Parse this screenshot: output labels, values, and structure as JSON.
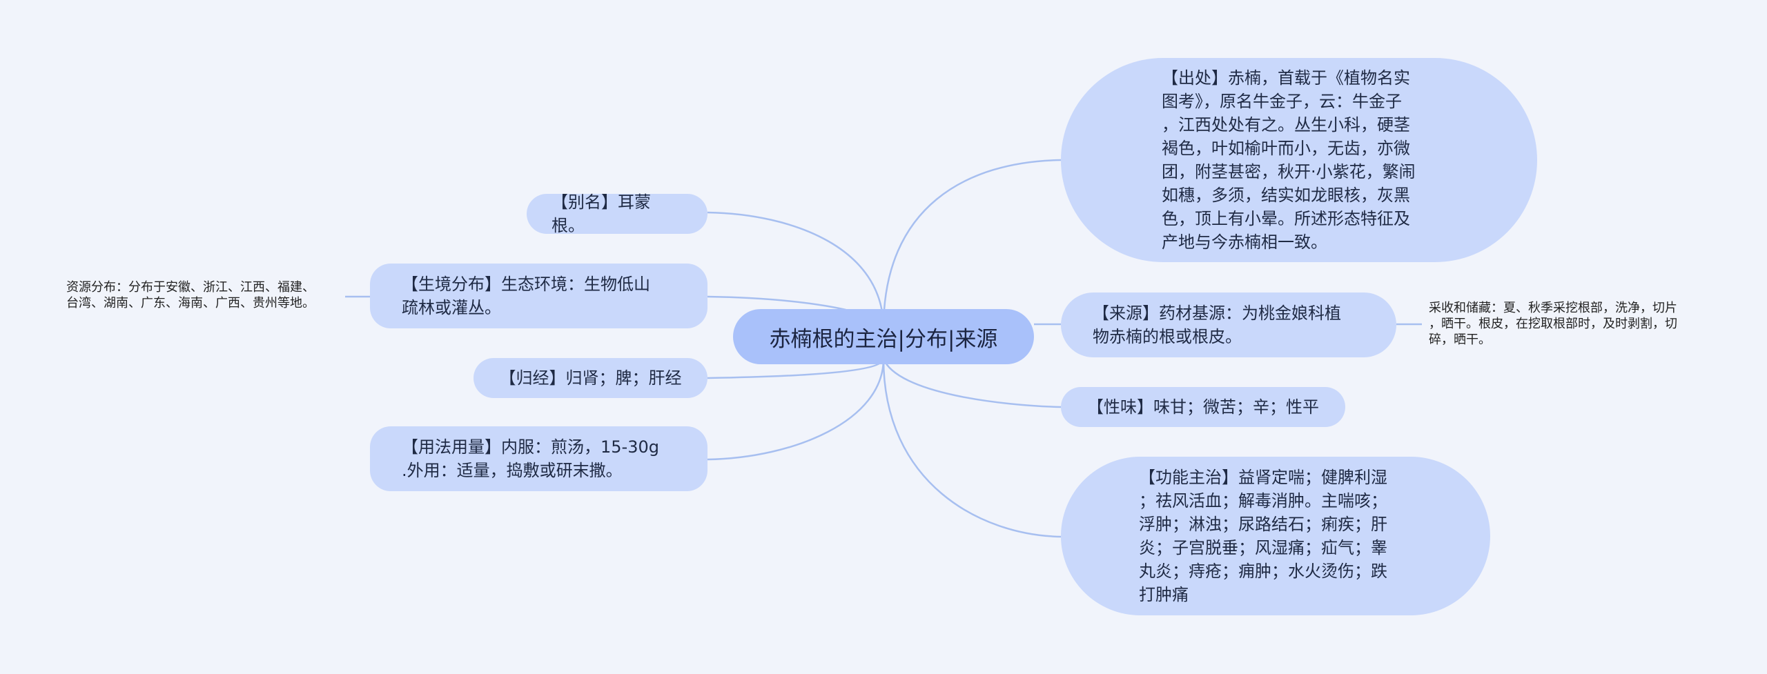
{
  "title": "赤楠根的主治|分布|来源",
  "colors": {
    "background": "#f1f4fb",
    "node": "#c9d8fb",
    "center": "#a9c1fa",
    "link": "#a7bff0"
  },
  "nodes": {
    "alias": "【别名】耳蒙根。",
    "habitat": "【生境分布】生态环境：生物低山\n疏林或灌丛。",
    "meridian": "【归经】归肾；脾；肝经",
    "dosage": "【用法用量】内服：煎汤，15-30g\n.外用：适量，捣敷或研末撒。",
    "origin": "【出处】赤楠，首载于《植物名实\n图考》，原名牛金子，云：牛金子\n，江西处处有之。丛生小科，硬茎\n褐色，叶如榆叶而小，无齿，亦微\n团，附茎甚密，秋开·小紫花，繁闹\n如穗，多须，结实如龙眼核，灰黑\n色，顶上有小晕。所述形态特征及\n产地与今赤楠相一致。",
    "source": "【来源】药材基源：为桃金娘科植\n物赤楠的根或根皮。",
    "taste": "【性味】味甘；微苦；辛；性平",
    "function": "【功能主治】益肾定喘；健脾利湿\n；祛风活血；解毒消肿。主喘咳；\n浮肿；淋浊；尿路结石；痢疾；肝\n炎；子宫脱垂；风湿痛；疝气；睾\n丸炎；痔疮；痈肿；水火烫伤；跌\n打肿痛"
  },
  "leaves": {
    "distribution": "资源分布：分布于安徽、浙江、江西、福建、\n台湾、湖南、广东、海南、广西、贵州等地。",
    "harvest": "采收和储藏：夏、秋季采挖根部，洗净，切片\n，晒干。根皮，在挖取根部时，及时剥割，切\n碎，晒干。"
  }
}
